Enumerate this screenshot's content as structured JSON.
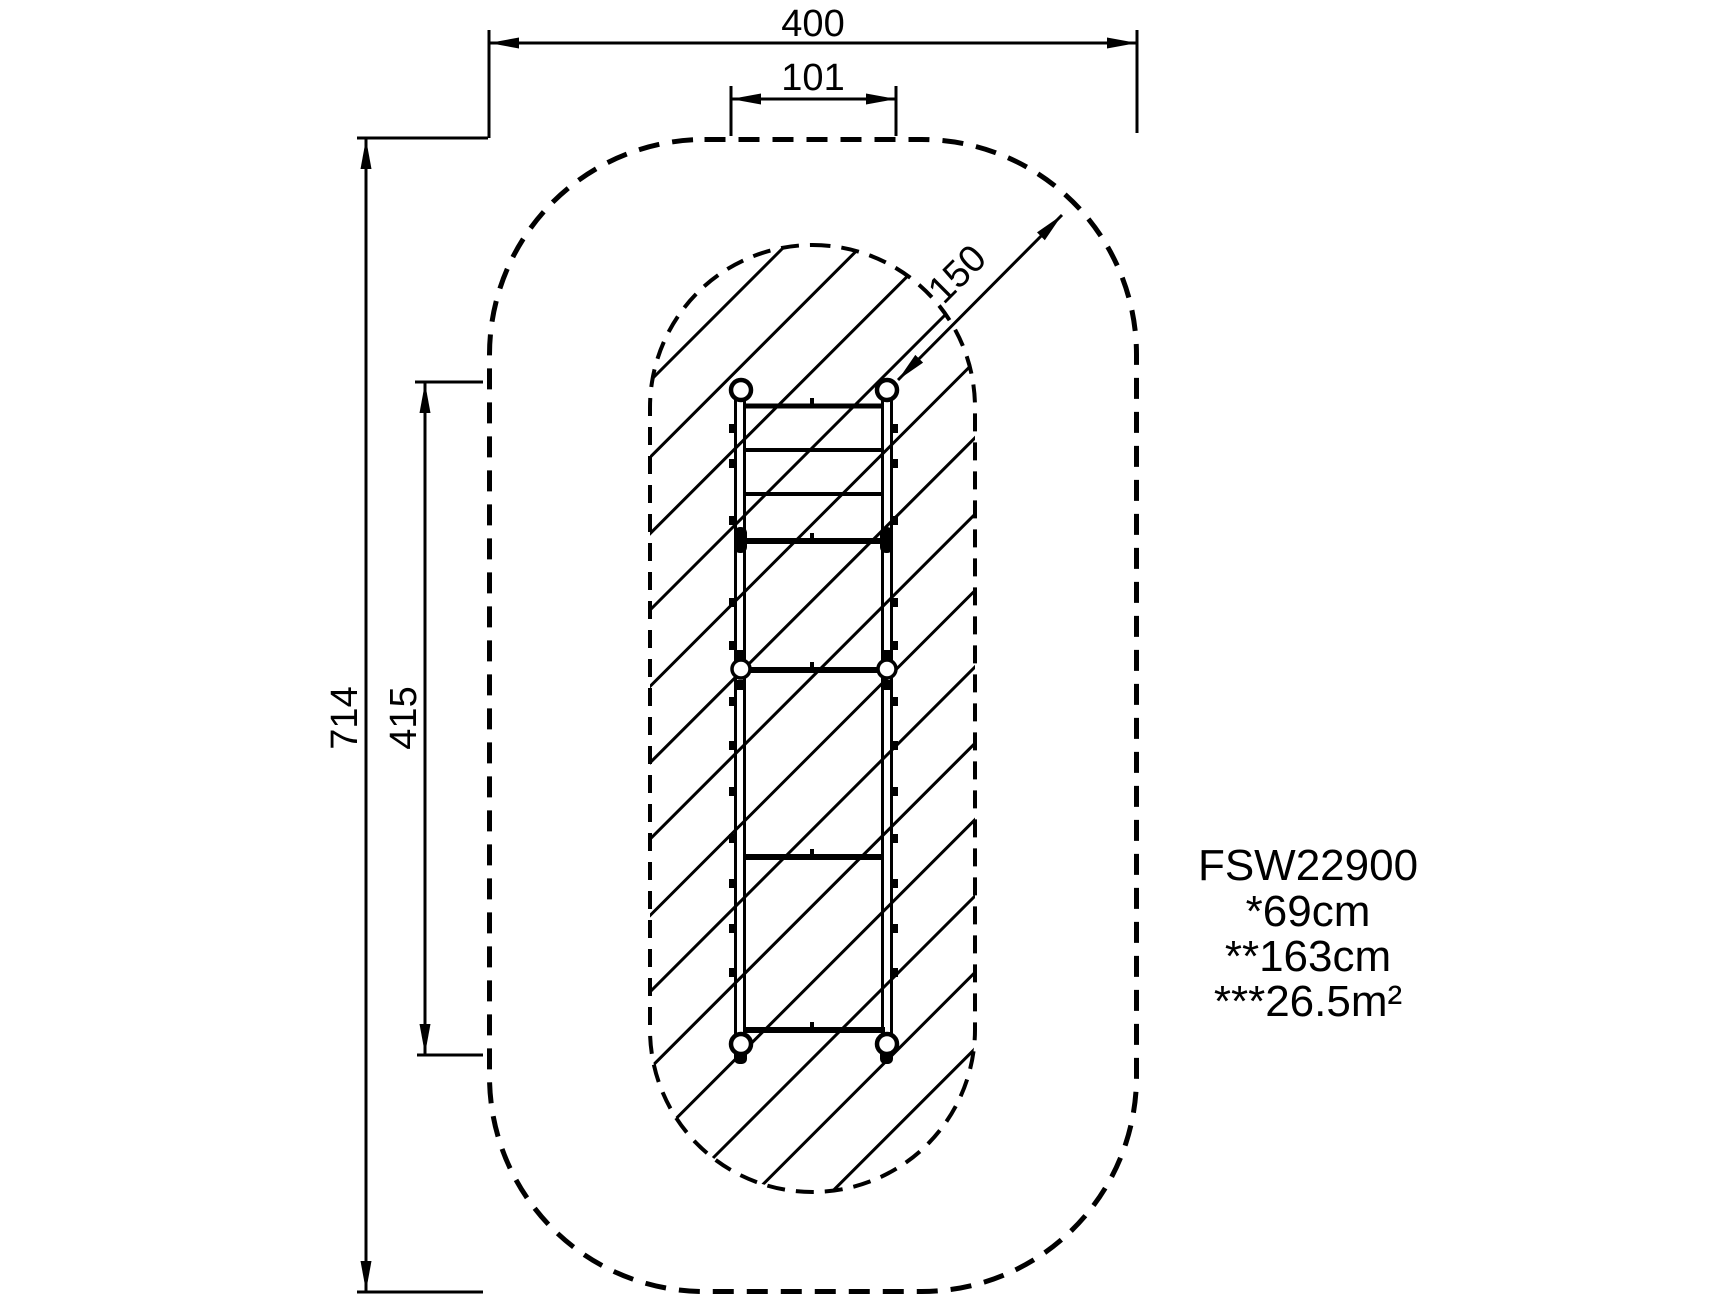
{
  "drawing": {
    "background_color": "#ffffff",
    "line_color": "#000000",
    "dimensions": {
      "overall_width_cm": "400",
      "equipment_width_cm": "101",
      "overall_length_cm": "714",
      "equipment_length_cm": "415",
      "clearance_radius_cm": "150"
    },
    "product": {
      "code": "FSW22900",
      "note_height": "*69cm",
      "note_fall_height": "**163cm",
      "note_area": "***26.5m²"
    }
  }
}
